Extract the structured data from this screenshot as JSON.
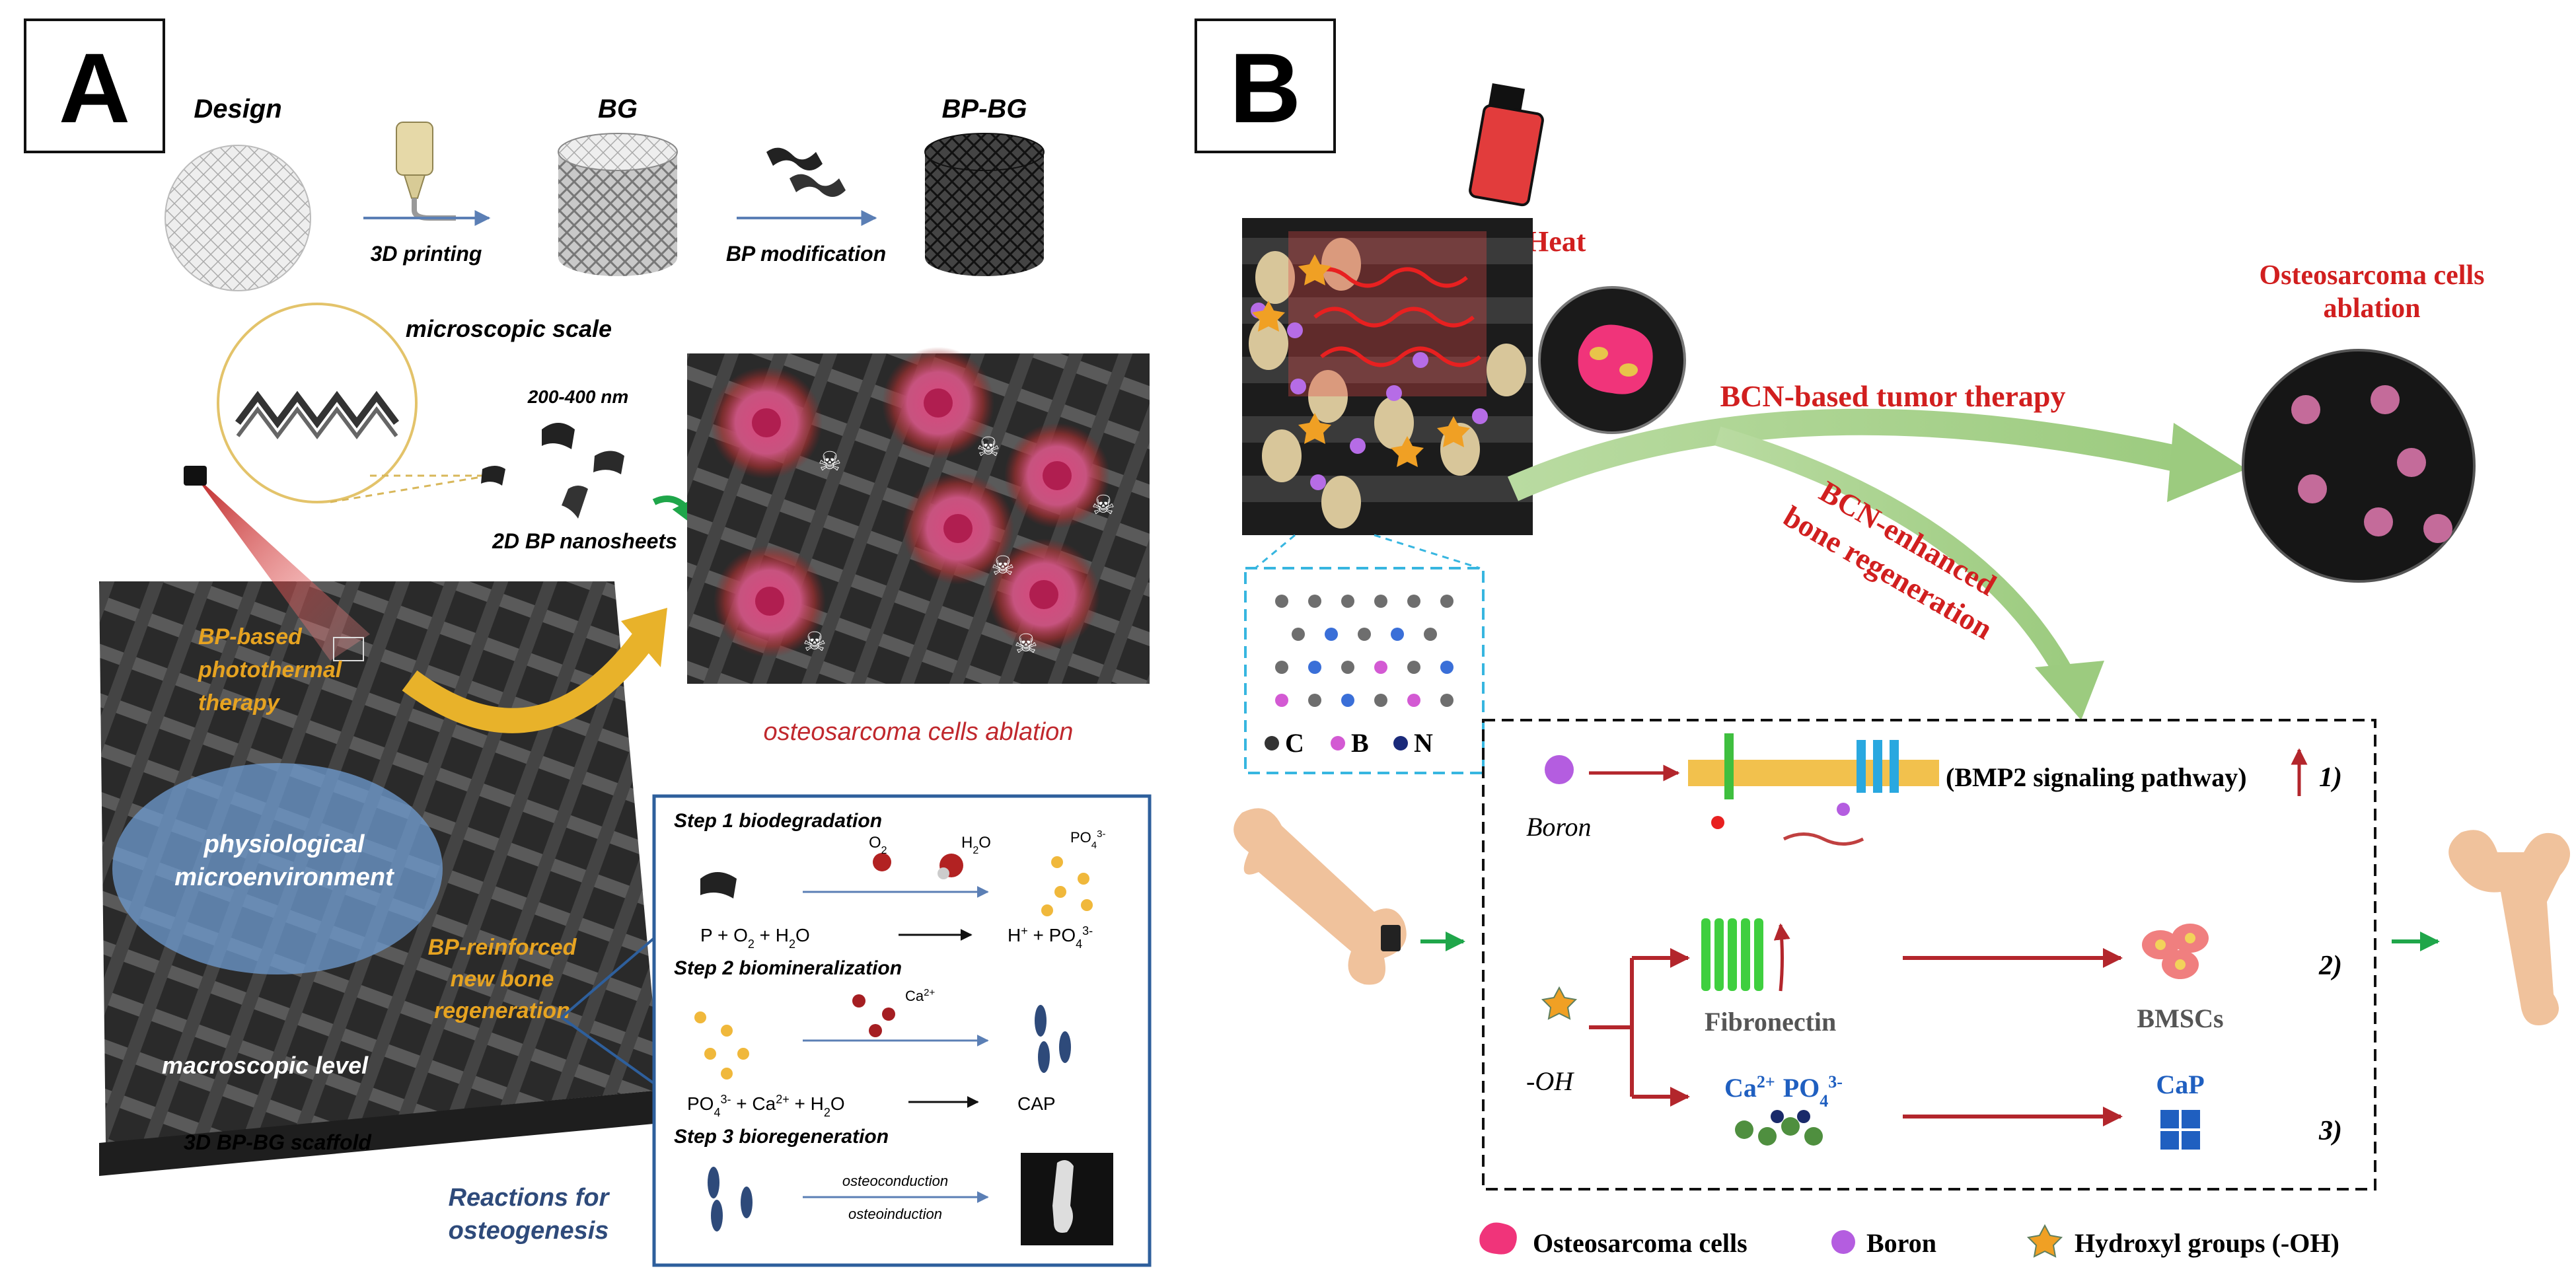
{
  "panel_a": {
    "label": "A",
    "design": "Design",
    "bg": "BG",
    "bpbg": "BP-BG",
    "printing": "3D printing",
    "bp_modification": "BP modification",
    "microscopic_scale": "microscopic scale",
    "nm_range": "200-400 nm",
    "nanosheets": "2D BP nanosheets",
    "photothermal": [
      "BP-based",
      "photothermal",
      "therapy"
    ],
    "physio": [
      "physiological",
      "microenvironment"
    ],
    "reinforced": [
      "BP-reinforced",
      "new bone",
      "regeneration"
    ],
    "macroscopic": "macroscopic level",
    "scaffold": "3D BP-BG scaffold",
    "ablation": "osteosarcoma cells ablation",
    "reactions_caption": [
      "Reactions for",
      "osteogenesis"
    ],
    "reactions": {
      "step1": "Step 1 biodegradation",
      "o2": "O",
      "o2_sub": "2",
      "h2o": "H",
      "h2o_sub": "2",
      "h2o_tail": "O",
      "po4_top": "PO",
      "po4_top_sub": "4",
      "po4_top_sup": "3-",
      "eq1_left": "P + O",
      "eq1_sub1": "2",
      "eq1_mid": " + H",
      "eq1_sub2": "2",
      "eq1_end": "O",
      "eq1_right": "H",
      "eq1_right_sup": "+",
      "eq1_right_mid": " + PO",
      "eq1_right_sub": "4",
      "eq1_right_sup2": "3-",
      "step2": "Step 2 biomineralization",
      "ca_top": "Ca",
      "ca_top_sup": "2+",
      "eq2_left": "PO",
      "eq2_sub": "4",
      "eq2_sup": "3-",
      "eq2_mid": " + Ca",
      "eq2_sup2": "2+",
      "eq2_end": " + H",
      "eq2_sub2": "2",
      "eq2_tail": "O",
      "eq2_right": "CAP",
      "step3": "Step 3 bioregeneration",
      "osteoconduction": "osteoconduction",
      "osteoinduction": "osteoinduction"
    }
  },
  "panel_b": {
    "label": "B",
    "heat": "Heat",
    "osteo_ablation": [
      "Osteosarcoma cells",
      "ablation"
    ],
    "tumor_therapy": "BCN-based tumor therapy",
    "bone_regen": [
      "BCN-enhanced",
      "bone regeneration"
    ],
    "atoms": {
      "c": "C",
      "b": "B",
      "n": "N"
    },
    "boron": "Boron",
    "oh": "-OH",
    "bmp2": "(BMP2 signaling pathway)",
    "fibronectin": "Fibronectin",
    "bmscs": "BMSCs",
    "ca": "Ca",
    "ca_sup": "2+",
    "po4": "PO",
    "po4_sub": "4",
    "po4_sup": "3-",
    "cap": "CaP",
    "n1": "1)",
    "n2": "2)",
    "n3": "3)",
    "legend": [
      "Osteosarcoma cells",
      "Boron",
      "Hydroxyl groups (-OH)"
    ]
  },
  "colors": {
    "arrow_blue": "#5b7fb5",
    "orange_text": "#e6a321",
    "red_text": "#c0282d",
    "navy_text": "#2e4a7a",
    "green_arrow": "#a6d08a",
    "dark_red_arrow": "#b3262c",
    "cap_blue": "#1f5fc0"
  }
}
